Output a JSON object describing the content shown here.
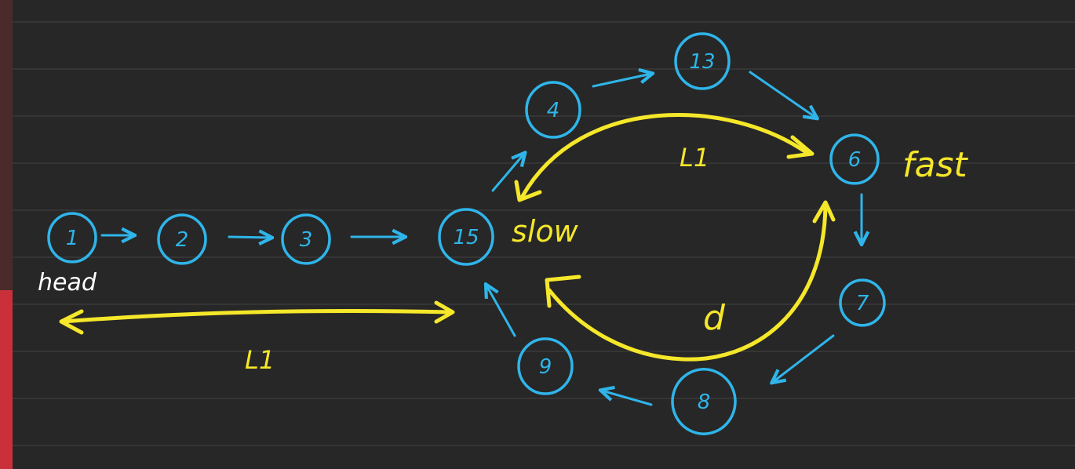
{
  "nodes": [
    {
      "id": "n1",
      "label": "1"
    },
    {
      "id": "n2",
      "label": "2"
    },
    {
      "id": "n3",
      "label": "3"
    },
    {
      "id": "n15",
      "label": "15"
    },
    {
      "id": "n4",
      "label": "4"
    },
    {
      "id": "n13",
      "label": "13"
    },
    {
      "id": "n6",
      "label": "6"
    },
    {
      "id": "n7",
      "label": "7"
    },
    {
      "id": "n8",
      "label": "8"
    },
    {
      "id": "n9",
      "label": "9"
    }
  ],
  "labels": {
    "head": "head",
    "slow": "slow",
    "fast": "fast",
    "l1_bottom": "L1",
    "l1_top": "L1",
    "d": "d"
  },
  "colors": {
    "background": "#272727",
    "node": "#2fb5ea",
    "highlight": "#f5e72a",
    "text_white": "#ffffff"
  }
}
